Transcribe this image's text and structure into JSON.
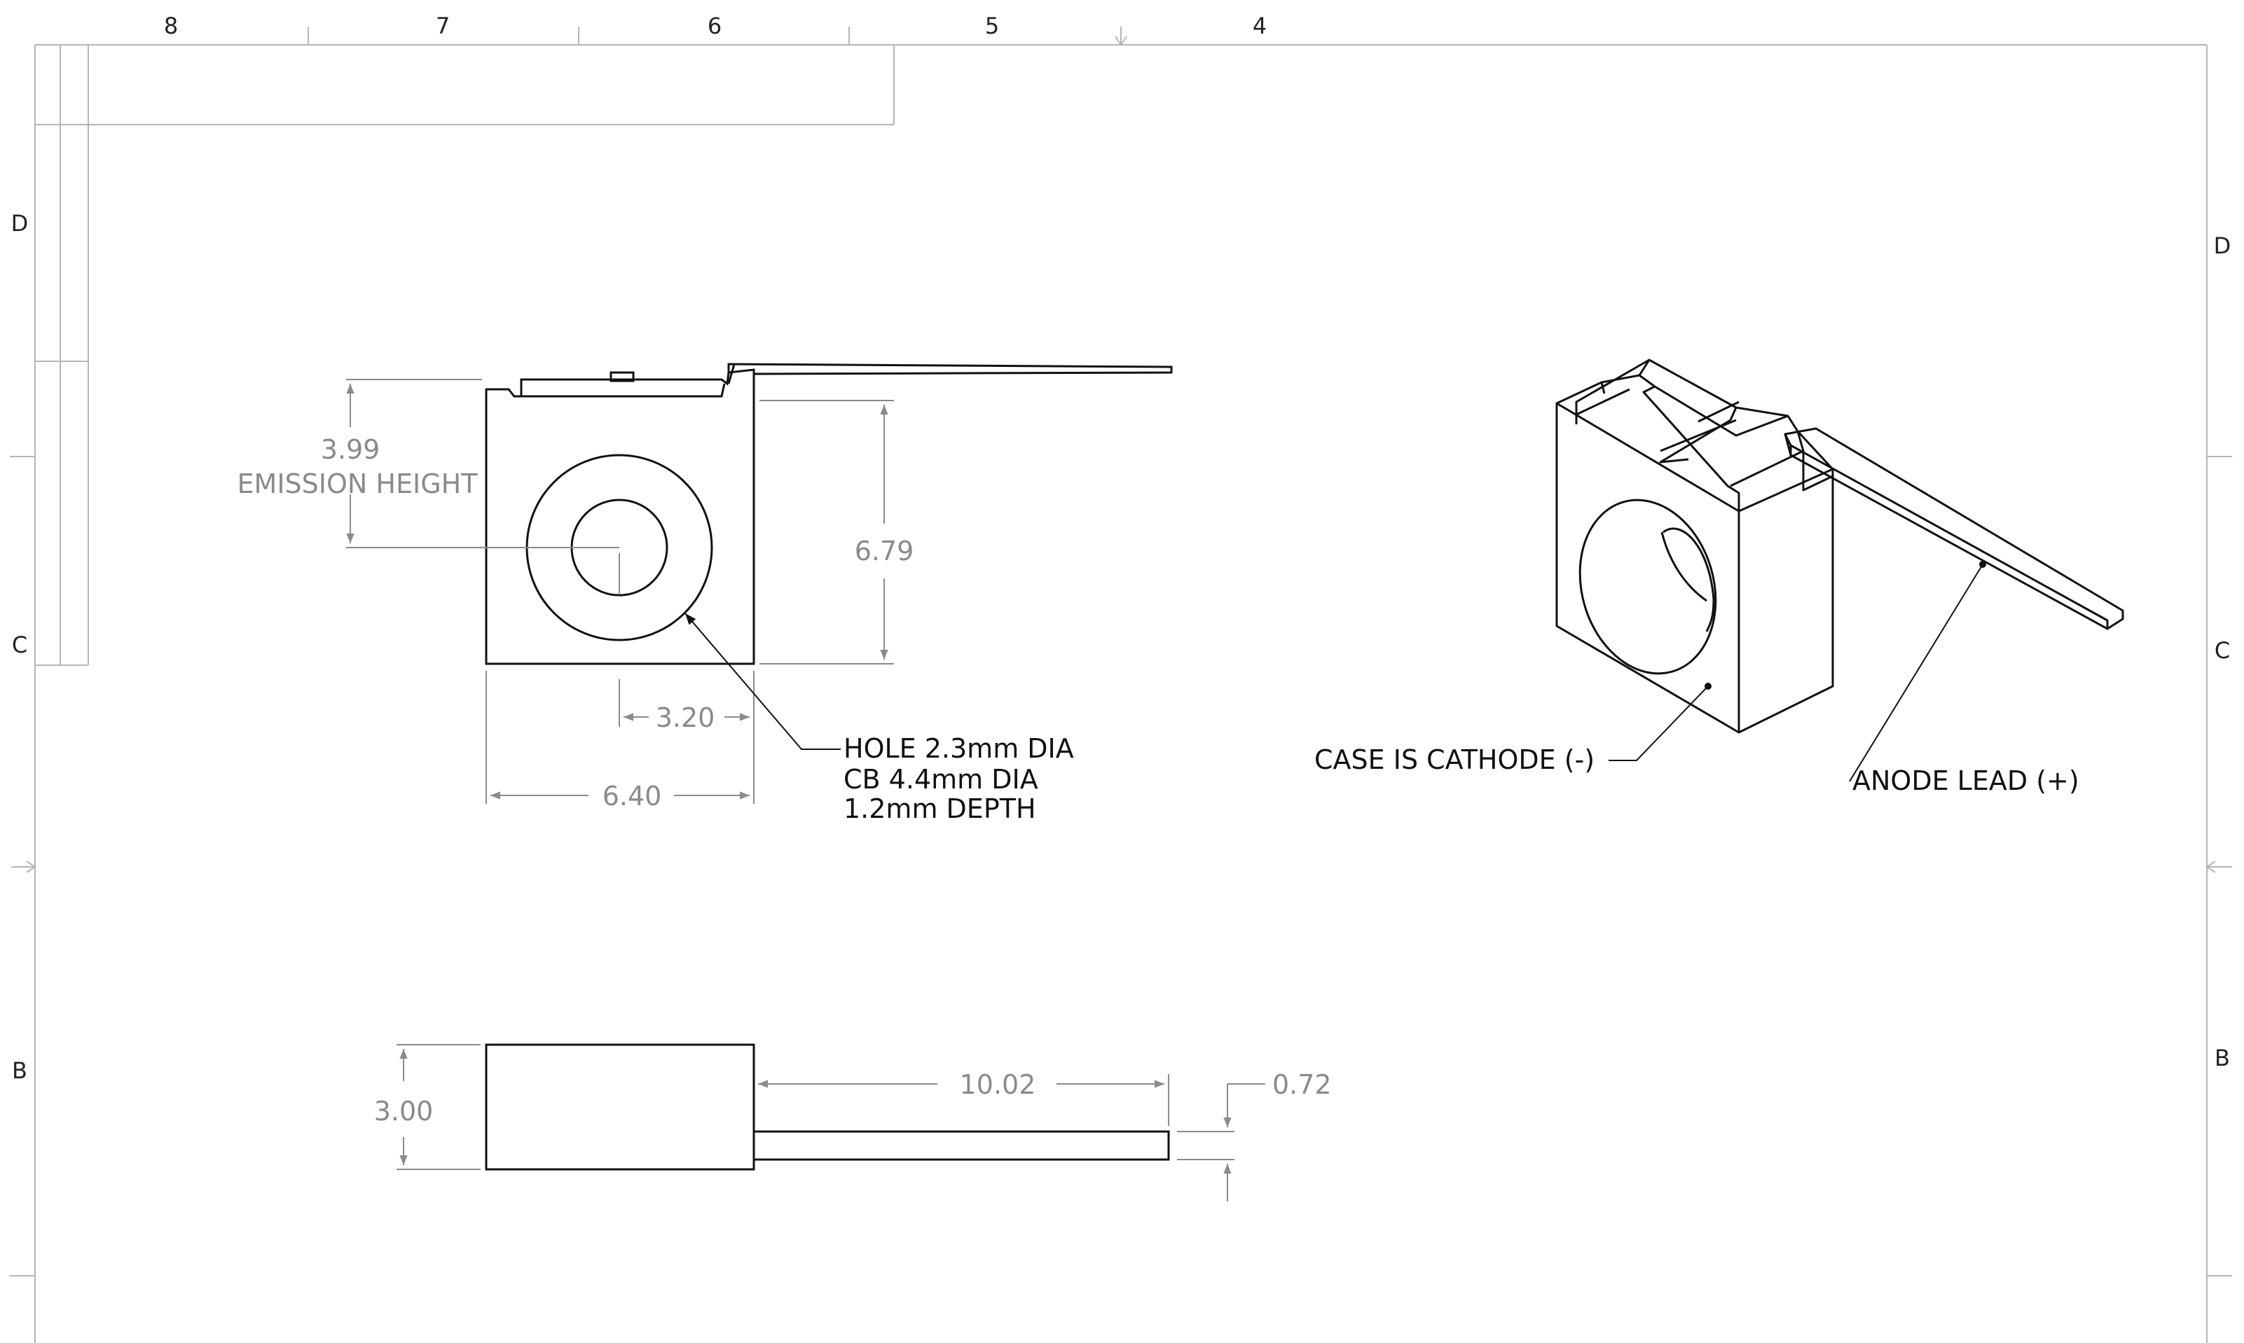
{
  "border": {
    "column_labels": [
      "8",
      "7",
      "6",
      "5",
      "4"
    ],
    "row_labels_left": [
      "D",
      "C",
      "B"
    ],
    "row_labels_right": [
      "D",
      "C",
      "B"
    ]
  },
  "front_view": {
    "emission_height_value": "3.99",
    "emission_height_label": "EMISSION HEIGHT",
    "height_dim": "6.79",
    "center_dim": "3.20",
    "width_dim": "6.40",
    "hole_note": [
      "HOLE 2.3mm DIA",
      "CB 4.4mm DIA",
      "1.2mm DEPTH"
    ]
  },
  "side_view": {
    "thickness_dim": "3.00",
    "lead_length_dim": "10.02",
    "lead_thickness_dim": "0.72"
  },
  "iso_view": {
    "cathode_note": "CASE IS CATHODE (-)",
    "anode_note": "ANODE LEAD (+)"
  },
  "colors": {
    "outline": "#111111",
    "dimension": "#8a8a8a",
    "frame": "#b5b5b5"
  }
}
